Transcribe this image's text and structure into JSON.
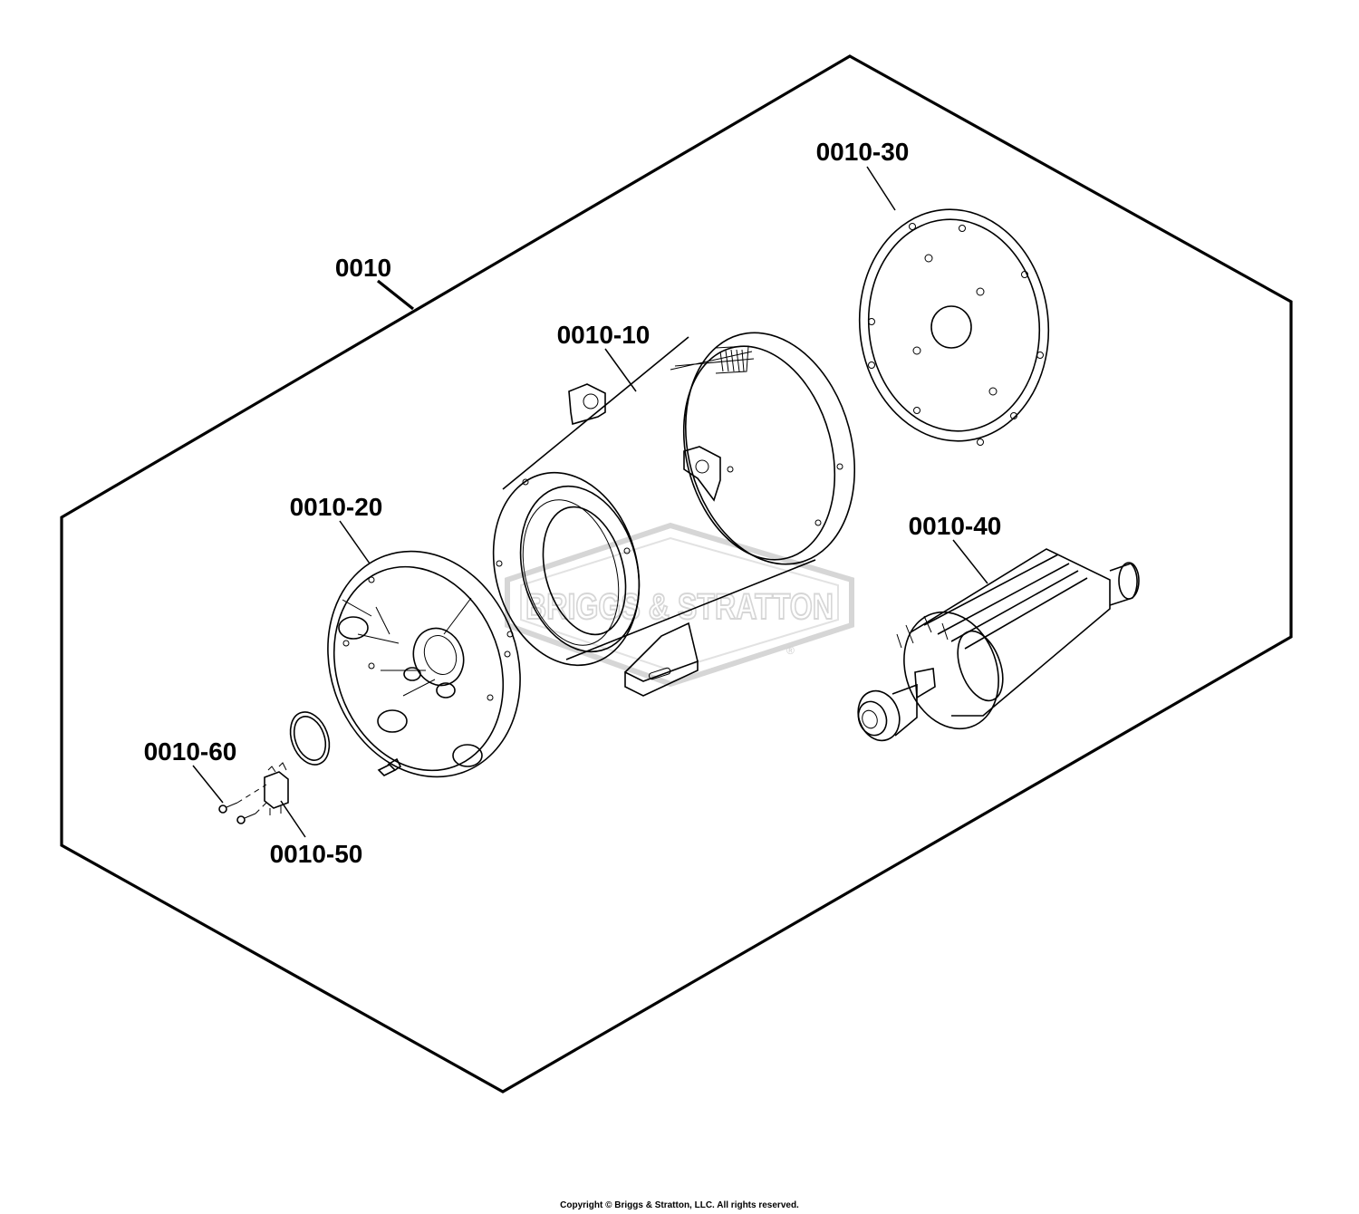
{
  "diagram": {
    "callouts": {
      "assembly": "0010",
      "housing": "0010-10",
      "front_end_bell": "0010-20",
      "rear_plate": "0010-30",
      "rotor": "0010-40",
      "connector": "0010-50",
      "screws": "0010-60"
    },
    "watermark": {
      "brand": "BRIGGS & STRATTON",
      "registered_mark": "®"
    },
    "copyright": "Copyright © Briggs & Stratton, LLC. All rights reserved."
  },
  "colors": {
    "line": "#000000",
    "background": "#ffffff",
    "watermark": "#d6d6d6"
  }
}
